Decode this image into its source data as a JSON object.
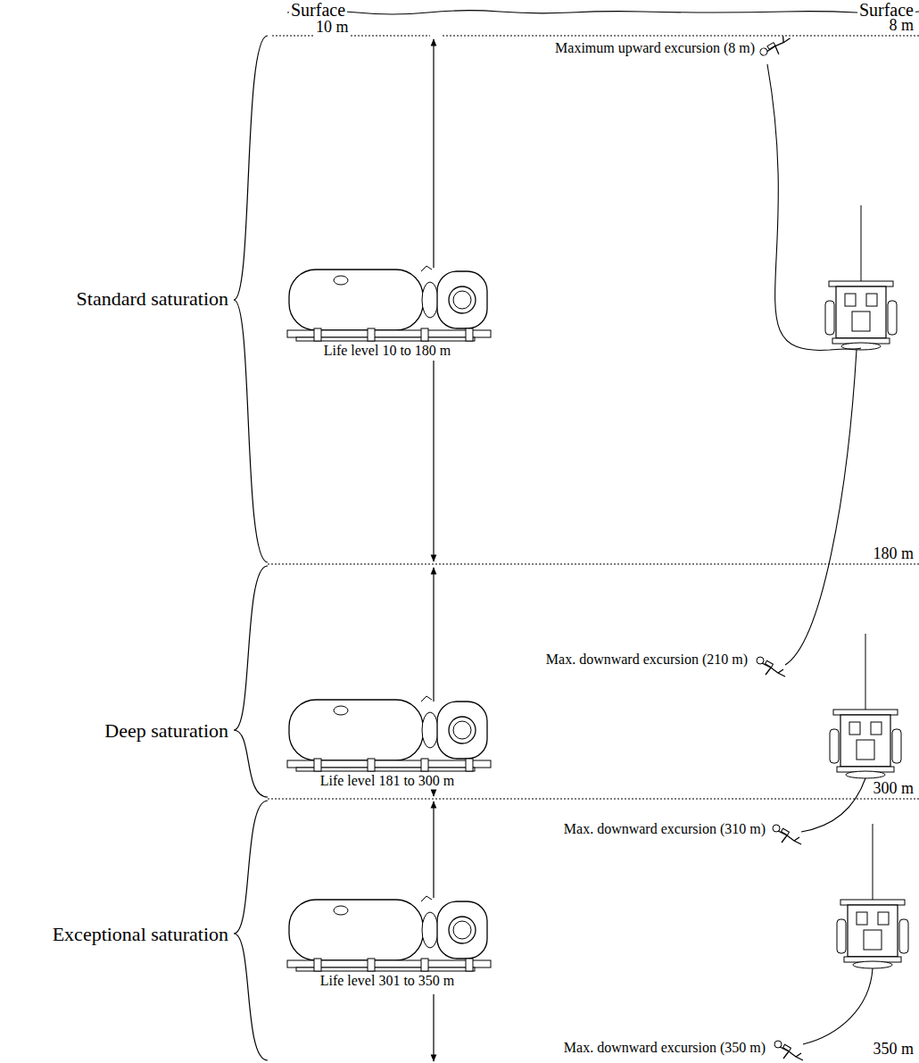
{
  "diagram": {
    "labels": [
      "Surface",
      "Surface",
      "10 m",
      "8 m",
      "Maximum upward excursion (8 m)",
      "Standard saturation",
      "Life level 10 to 180 m",
      "180 m",
      "Max. downward excursion (210 m)",
      "Deep saturation",
      "Life level 181 to 300 m",
      "300 m",
      "Max. downward excursion (310 m)",
      "Exceptional saturation",
      "Life level 301 to 350 m",
      "Max. downward excursion (350 m)",
      "350 m"
    ]
  }
}
